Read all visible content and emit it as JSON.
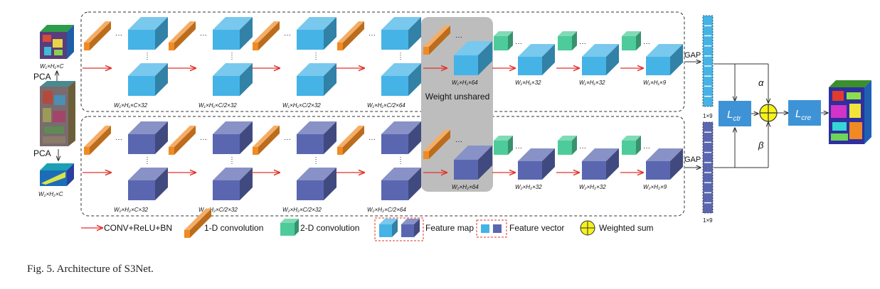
{
  "caption": "Fig. 5.   Architecture of S3Net.",
  "colors": {
    "conv1d": "#f08a24",
    "branch1_cube": "#45b3e6",
    "branch2_cube": "#5a67b0",
    "conv2d": "#4ecb9a",
    "arrow": "#e2332b",
    "loss_box": "#3e93d6",
    "weighted_sum": "#f6f21a",
    "shared_panel": "#bdbdbd"
  },
  "inputs": {
    "top_label": "W₁×H₁×C",
    "bottom_label": "W₂×H₂×C",
    "pca_top": "PCA",
    "pca_bottom": "PCA"
  },
  "branch1": {
    "stage_labels": [
      "W₁×H₁×C×32",
      "W₁×H₁×C/2×32",
      "W₁×H₁×C/2×32",
      "W₁×H₁×C/2×64"
    ],
    "map_labels": [
      "W₁×H₁×64",
      "W₁×H₁×32",
      "W₁×H₁×32",
      "W₁×H₁×9"
    ]
  },
  "branch2": {
    "stage_labels": [
      "W₂×H₂×C×32",
      "W₂×H₂×C/2×32",
      "W₂×H₂×C/2×32",
      "W₂×H₂×C/2×64"
    ],
    "map_labels": [
      "W₂×H₂×64",
      "W₂×H₂×32",
      "W₂×H₂×32",
      "W₂×H₂×9"
    ]
  },
  "shared_panel_label": "Weight unshared",
  "ellipsis": "···",
  "gap_label": "GAP",
  "vector_dims": "1×9",
  "alpha": "α",
  "beta": "β",
  "loss_ctr": {
    "main": "L",
    "sub": "ctr"
  },
  "loss_cre": {
    "main": "L",
    "sub": "cre"
  },
  "legend": {
    "conv_relu_bn": "CONV+ReLU+BN",
    "conv1d": "1-D convolution",
    "conv2d": "2-D convolution",
    "feature_map": "Feature map",
    "feature_vector": "Feature vector",
    "weighted_sum": "Weighted sum"
  }
}
